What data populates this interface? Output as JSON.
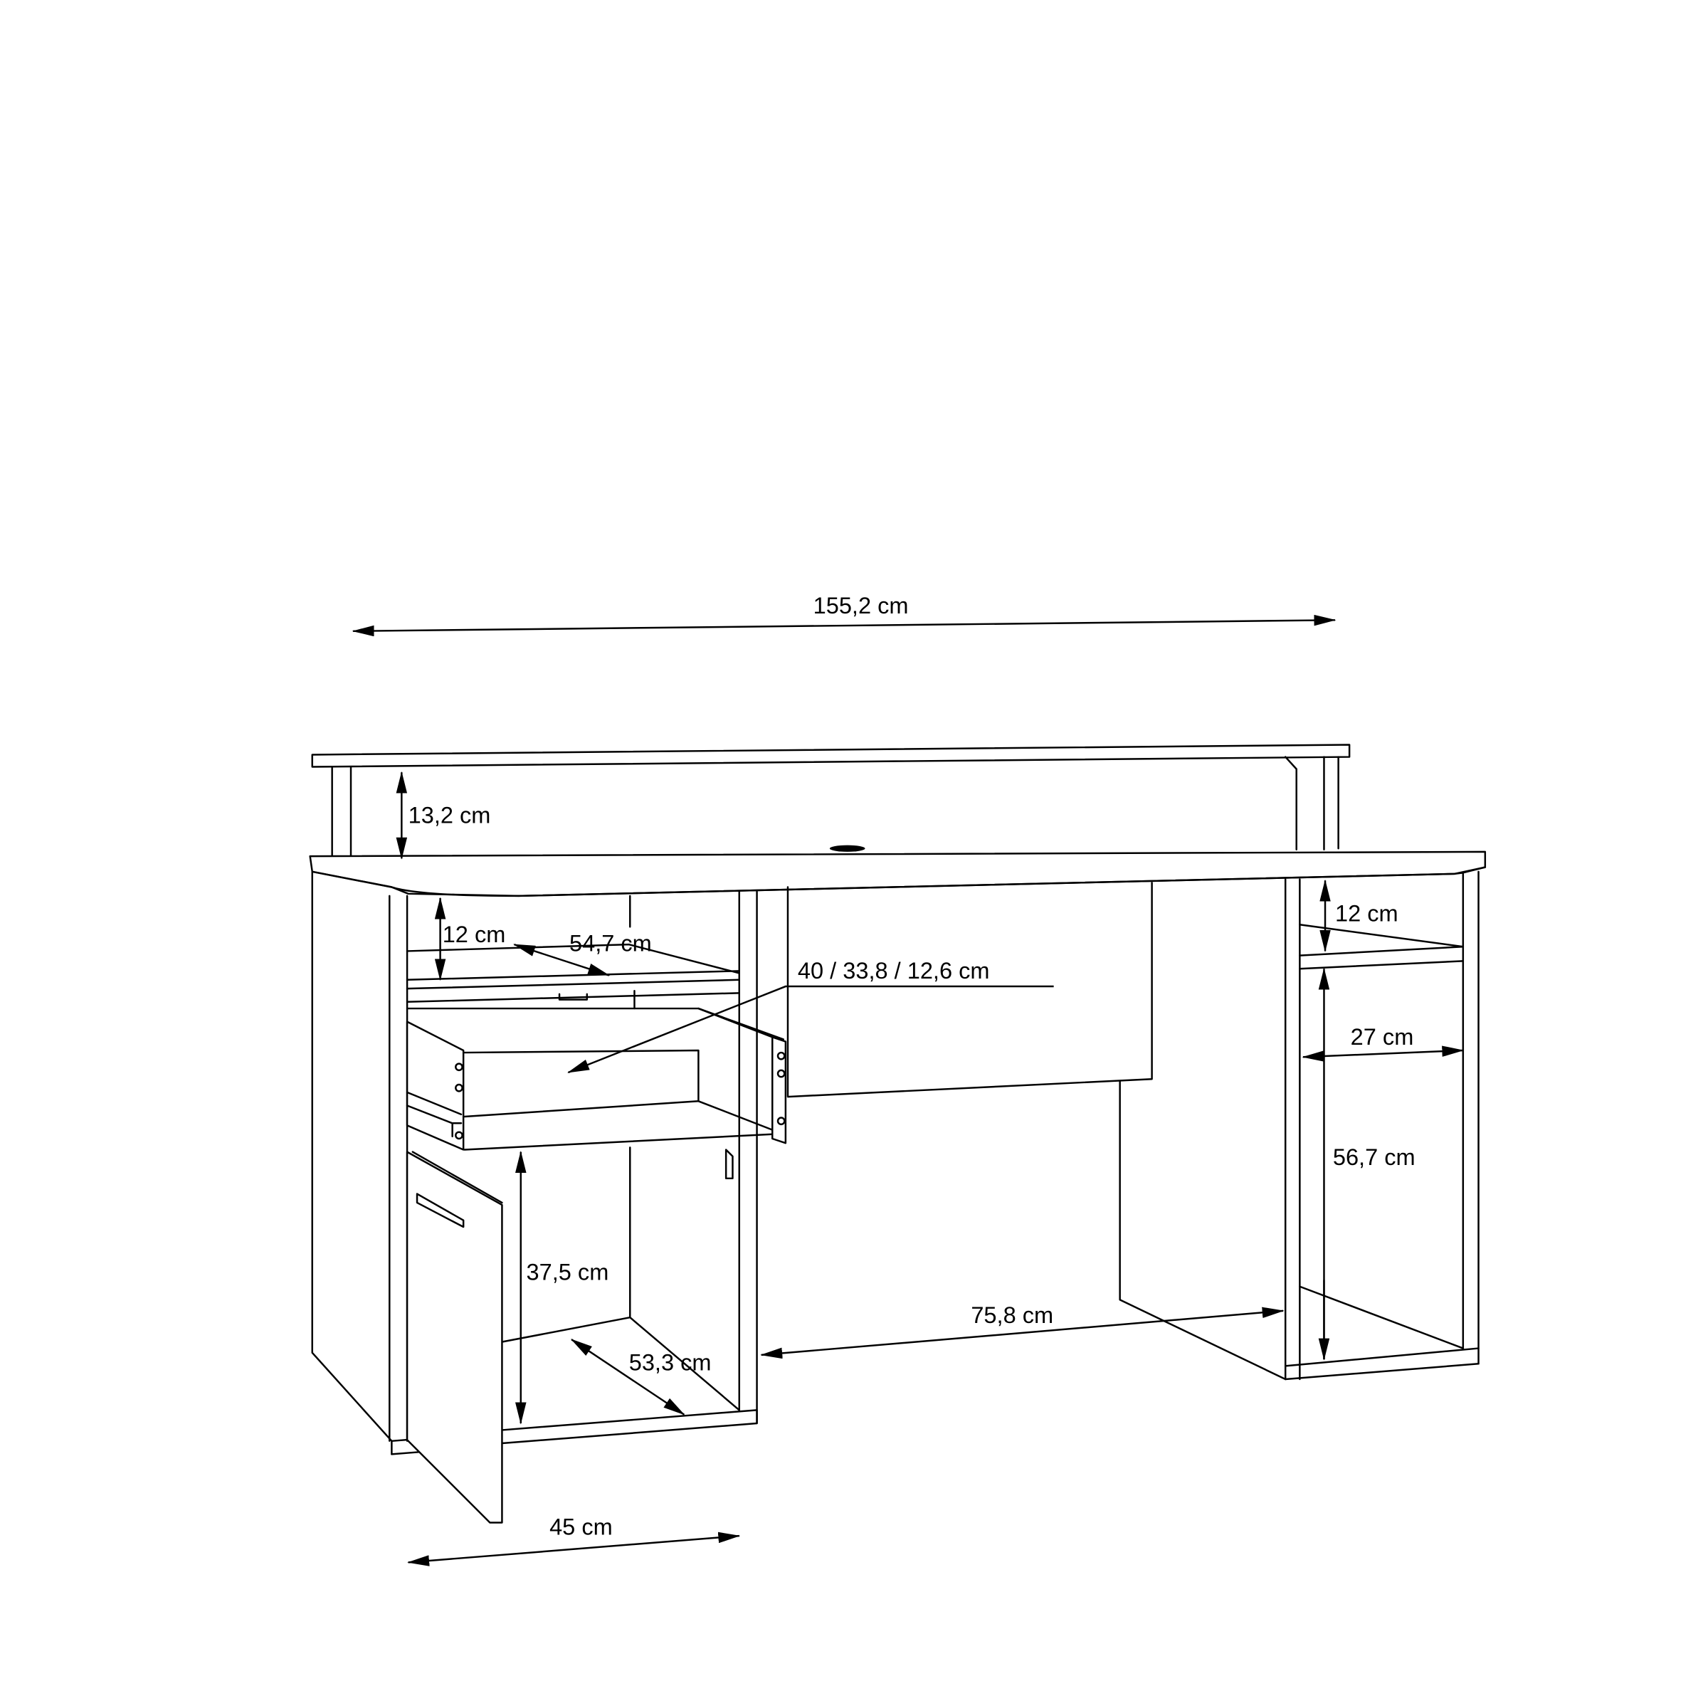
{
  "drawing": {
    "subject": "Gaming desk with hutch shelf, drawer, door cabinet and open shelf unit",
    "line_color": "#000000",
    "background": "#ffffff"
  },
  "dimensions": {
    "overall_width": "155,2 cm",
    "hutch_height": "13,2 cm",
    "left_shelf_height": "12 cm",
    "left_shelf_depth": "54,7 cm",
    "drawer_size": "40 / 33,8 / 12,6 cm",
    "right_shelf_height": "12 cm",
    "right_compartment_width": "27 cm",
    "right_compartment_height": "56,7 cm",
    "cabinet_height": "37,5 cm",
    "cabinet_depth": "53,3 cm",
    "knee_space_width": "75,8 cm",
    "cabinet_width": "45 cm"
  }
}
